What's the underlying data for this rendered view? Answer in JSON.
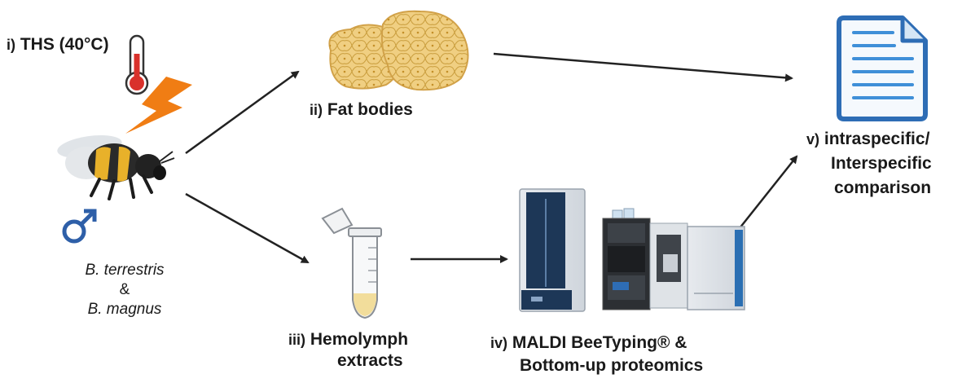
{
  "labels": {
    "step_i_num": "i)",
    "step_i_text": "THS (40°C)",
    "step_ii_num": "ii)",
    "step_ii_text": "Fat bodies",
    "step_iii_num": "iii)",
    "step_iii_line1": "Hemolymph",
    "step_iii_line2": "extracts",
    "step_iv_num": "iv)",
    "step_iv_line1": "MALDI BeeTyping® &",
    "step_iv_line2": "Bottom-up proteomics",
    "step_v_num": "v)",
    "step_v_line1": "intraspecific/",
    "step_v_line2": "Interspecific",
    "step_v_line3": "comparison"
  },
  "species": {
    "line1": "B. terrestris",
    "line2": "&",
    "line3": "B. magnus"
  },
  "icons": {
    "thermometer": "thermometer-icon",
    "lightning": "lightning-icon",
    "bee": "bumblebee-icon",
    "male": "male-symbol-icon",
    "fat": "fat-body-tissue-icon",
    "tube": "eppendorf-tube-icon",
    "maldi": "maldi-instrument-icon",
    "lcms": "lc-ms-instrument-icon",
    "document": "document-icon"
  },
  "colors": {
    "text": "#1a1a1a",
    "arrow": "#222222",
    "lightning": "#f07d14",
    "thermo_red": "#d9312b",
    "male_blue": "#2e5fa8",
    "fat_fill": "#f0cf82",
    "doc_blue": "#2e6db5",
    "doc_lines": "#3f8fd8"
  }
}
